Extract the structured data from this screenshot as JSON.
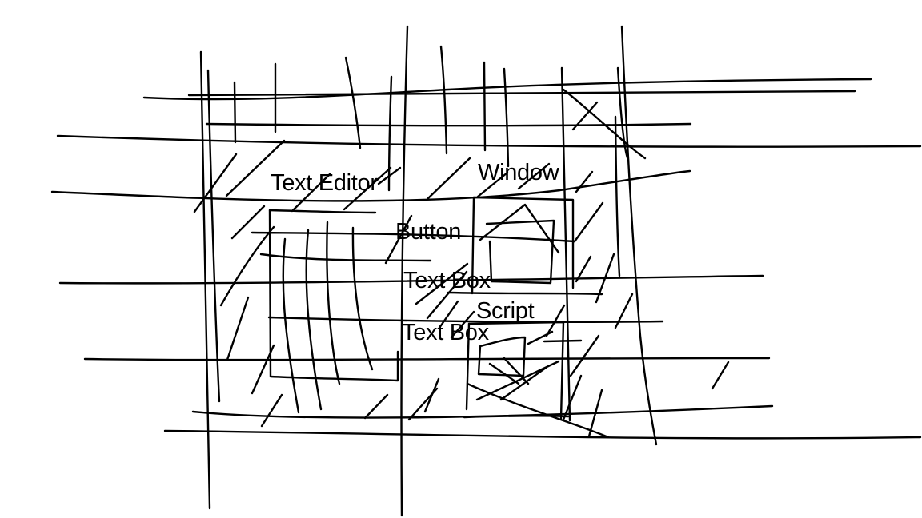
{
  "labels": {
    "text_editor": "Text Editor",
    "window": "Window",
    "button": "Button",
    "text_box_1": "Text Box",
    "script": "Script",
    "text_box_2": "Text Box"
  },
  "colors": {
    "ink": "#000000",
    "background": "#ffffff"
  }
}
